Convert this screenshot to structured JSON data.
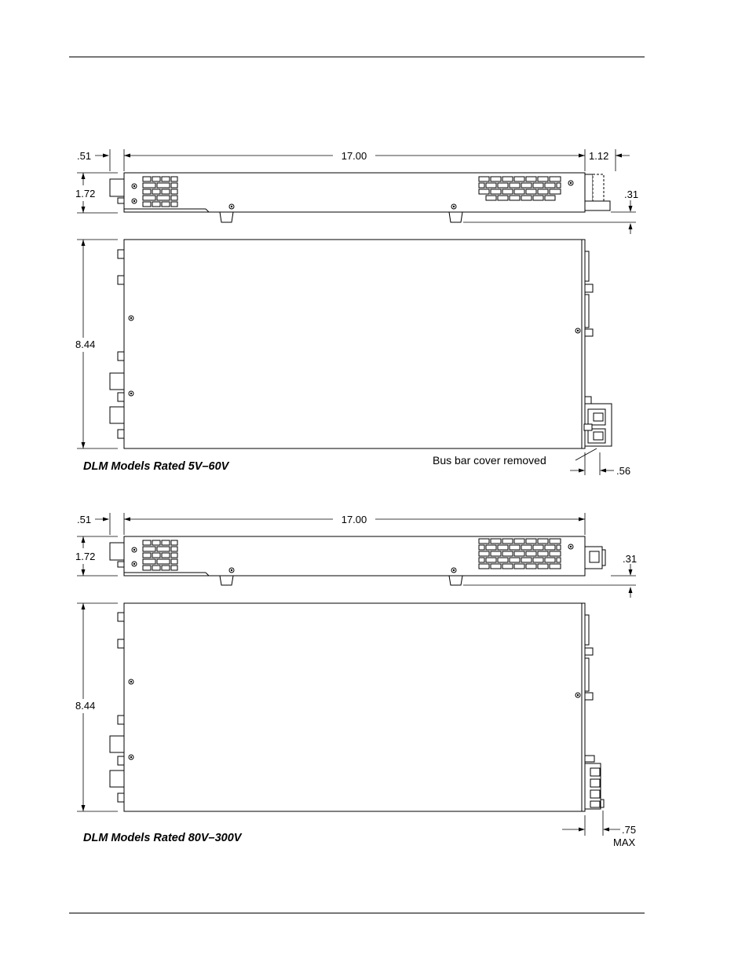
{
  "diagram1": {
    "caption": "DLM Models Rated 5V–60V",
    "dim_depth_front": ".51",
    "dim_length": "17.00",
    "dim_rear": "1.12",
    "dim_height": "1.72",
    "dim_feet": ".31",
    "dim_width": "8.44",
    "note": "Bus bar cover removed",
    "dim_busbar": ".56"
  },
  "diagram2": {
    "caption": "DLM Models Rated 80V–300V",
    "dim_depth_front": ".51",
    "dim_length": "17.00",
    "dim_height": "1.72",
    "dim_feet": ".31",
    "dim_width": "8.44",
    "dim_terminal": ".75",
    "dim_terminal_max": "MAX"
  }
}
